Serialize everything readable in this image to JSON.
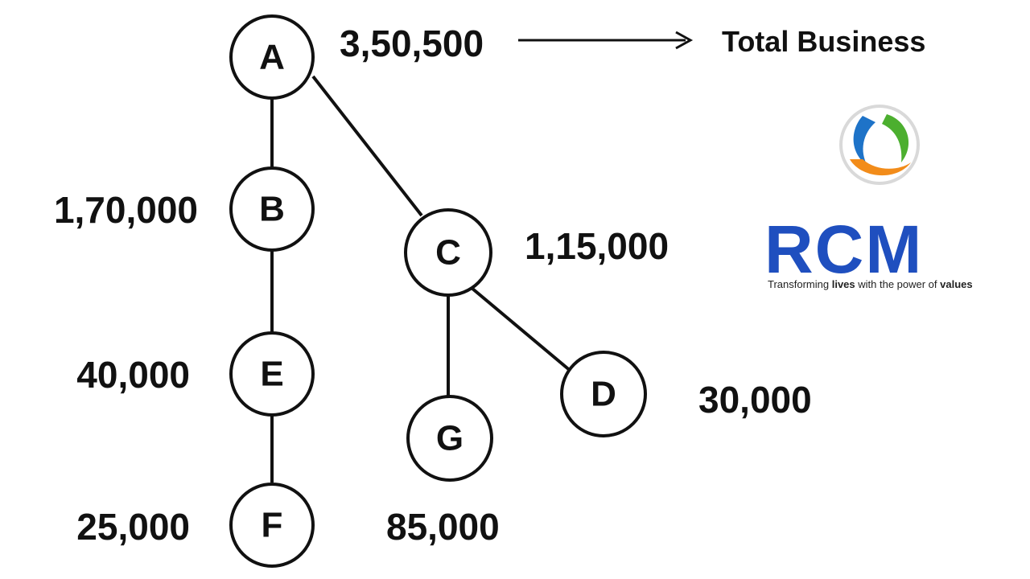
{
  "nodes": [
    {
      "id": "A",
      "label": "A",
      "value": "3,50,500"
    },
    {
      "id": "B",
      "label": "B",
      "value": "1,70,000"
    },
    {
      "id": "C",
      "label": "C",
      "value": "1,15,000"
    },
    {
      "id": "D",
      "label": "D",
      "value": "30,000"
    },
    {
      "id": "E",
      "label": "E",
      "value": "40,000"
    },
    {
      "id": "F",
      "label": "F",
      "value": "25,000"
    },
    {
      "id": "G",
      "label": "G",
      "value": "85,000"
    }
  ],
  "edges": [
    [
      "A",
      "B"
    ],
    [
      "A",
      "C"
    ],
    [
      "B",
      "E"
    ],
    [
      "E",
      "F"
    ],
    [
      "C",
      "G"
    ],
    [
      "C",
      "D"
    ]
  ],
  "annotation": {
    "label": "Total Business"
  },
  "logo": {
    "wordmark": "RCM",
    "tagline_parts": [
      "Transforming ",
      "lives",
      " with the power of ",
      "values"
    ],
    "wordmark_color": "#1f4fbf"
  }
}
